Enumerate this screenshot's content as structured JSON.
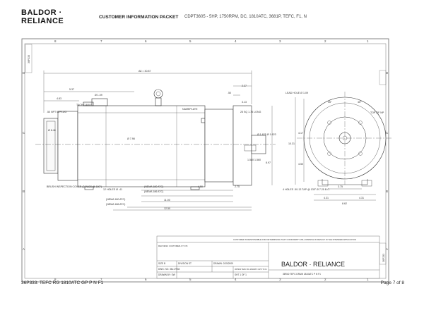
{
  "header": {
    "logo_text": "BALDOR · RELIANCE",
    "packet_title": "CUSTOMER INFORMATION PACKET",
    "model_desc": "CDPT3605 - 5HP, 1750RPM, DC, 1810ATC, 3681P, TEFC, F1, N"
  },
  "footer": {
    "left": "36P333: TEFC RG 1810ATC GP P N F1",
    "right": "Page 7 of 8"
  },
  "drawing": {
    "zone_cols": [
      "8",
      "7",
      "6",
      "5",
      "4",
      "3",
      "2",
      "1"
    ],
    "zone_rows": [
      "D",
      "C",
      "B",
      "A"
    ],
    "side_label_left": "36P333",
    "side_label_right": "36P333",
    "dims": {
      "overall": "A8 = 30.87",
      "d_5_37": "5.37",
      "d_4_83": "4.83",
      "d_1_09": "Ø 1.09",
      "tach_cable": "TACH CABLE",
      "npt_w_plug": ".50 NPT W/PLUG",
      "d_8_46": "Ø 8.46",
      "d_7_98": "Ø 7.98",
      "nameplate": "NAMEPLATE",
      "d_0_50": ".50",
      "d_3_13": "3.13",
      "d_2_37": "2.37",
      "key": "25 SQ 1.75 LONG",
      "shaft_dia": "Ø 1.625 Ø 1.623",
      "d_1_580": "1.580 1.560",
      "d_8_97": "8.97",
      "brush": "BRUSH INSPECTION COVER (2 PLCS @ 180°)",
      "holes_12": "12 HOLES Ø .41",
      "nema_180_atc_a": "(NEMA 180 ATC)",
      "nema_186_atc_a": "(NEMA 186 ATC)",
      "d_4_50": "4.50",
      "d_2_75": "2.75",
      "nema_180_atc_b": "(NEMA 180 ATC)",
      "nema_186_atc_b": "(NEMA 186 ATC)",
      "d_11_00": "11.00",
      "d_12_50": "12.50",
      "lead_hole": "LEAD HOLE Ø 1.09",
      "top_of_np": "TOP OF NP",
      "ang_45a": "45°",
      "ang_45b": "45°",
      "d_4_17": "4.17",
      "d_10_31": "10.31",
      "d_4_50b": "4.50",
      "holes_4": "4 HOLES .50-13 TAP @ 135° Ø 7.25 B.C.",
      "d_3_75": "3.75",
      "d_4_31a": "4.31",
      "d_4_31b": "4.31",
      "d_8_62": "8.62"
    },
    "title_block": {
      "disclaimer": "CUSTOMER IS RESPONSIBLE FOR DETERMINING THAT CONFORMITY WILL DIMINISH IN RESULT IN THE INTENDED APPLICATION",
      "brand": "BALDOR · RELIANCE",
      "rev_row": "REV  DESC  CUSTOMER  A  T  O  B",
      "size": "SIZE  B",
      "division": "DIVISION  ST",
      "drawn": "DRAWN: 2/15/2009",
      "dwg_no": "DWG. NO.  36L17933",
      "dwg_title": "36P333 TEFC RG 1810ATC GP P N F1",
      "sheet": "SHT  1 OF 1",
      "drawn_by": "DRAWN BY: SW",
      "description": "36R40 TEFC DRUM 1810ATC P N F1"
    }
  }
}
